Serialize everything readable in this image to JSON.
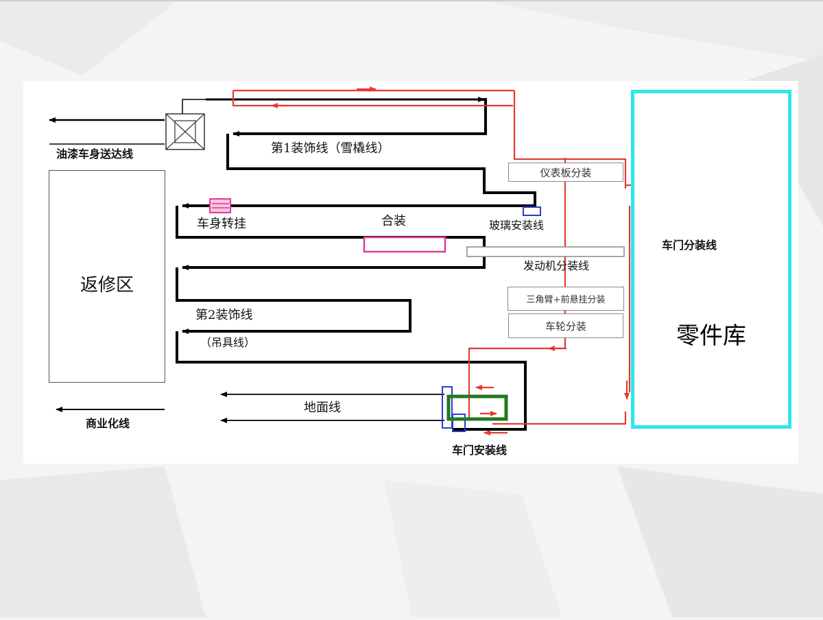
{
  "labels": {
    "paint_body_line": "油漆车身送达线",
    "trim_line_1": "第1装饰线（雪橇线）",
    "body_transfer": "车身转挂",
    "marriage": "合装",
    "glass_install": "玻璃安装线",
    "engine_subassembly": "发动机分装线",
    "trim_line_2": "第2装饰线",
    "trim_line_2_sub": "（吊具线）",
    "floor_line": "地面线",
    "commercial_line": "商业化线",
    "door_install": "车门安装线",
    "door_subassembly": "车门分装线"
  },
  "stations": {
    "instrument_panel": "仪表板分装",
    "wishbone_suspension": "三角臂+前悬挂分装",
    "wheel": "车轮分装"
  },
  "areas": {
    "repair_area": "返修区",
    "parts_warehouse": "零件库"
  },
  "colors": {
    "main_flow": "#000000",
    "parts_flow": "#e53a2e",
    "warehouse_border": "#2ee6ec",
    "transfer_marker": "#e0379a",
    "glass_marker": "#2a3bd0",
    "door_marker": "#1f7a1f"
  }
}
